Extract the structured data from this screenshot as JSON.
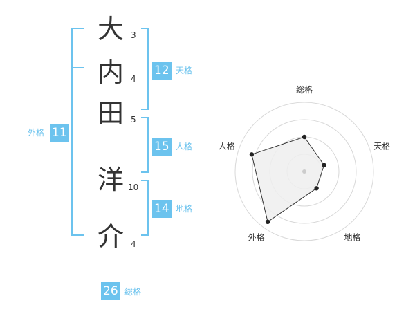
{
  "name_chars": [
    {
      "char": "大",
      "strokes": "3"
    },
    {
      "char": "内",
      "strokes": "4"
    },
    {
      "char": "田",
      "strokes": "5"
    },
    {
      "char": "洋",
      "strokes": "10"
    },
    {
      "char": "介",
      "strokes": "4"
    }
  ],
  "kakusu": {
    "tenkaku": {
      "value": "12",
      "label": "天格"
    },
    "jinkaku": {
      "value": "15",
      "label": "人格"
    },
    "chikaku": {
      "value": "14",
      "label": "地格"
    },
    "gaikaku": {
      "value": "11",
      "label": "外格"
    },
    "soukaku": {
      "value": "26",
      "label": "総格"
    }
  },
  "colors": {
    "accent": "#6cc3ee",
    "radar_fill": "#efefef",
    "grid": "#d8d8d8"
  },
  "chart_data": {
    "type": "radar",
    "axes": [
      "総格",
      "天格",
      "地格",
      "外格",
      "人格"
    ],
    "values": [
      0.5,
      0.3,
      0.3,
      0.9,
      0.8
    ],
    "rings": 4
  }
}
